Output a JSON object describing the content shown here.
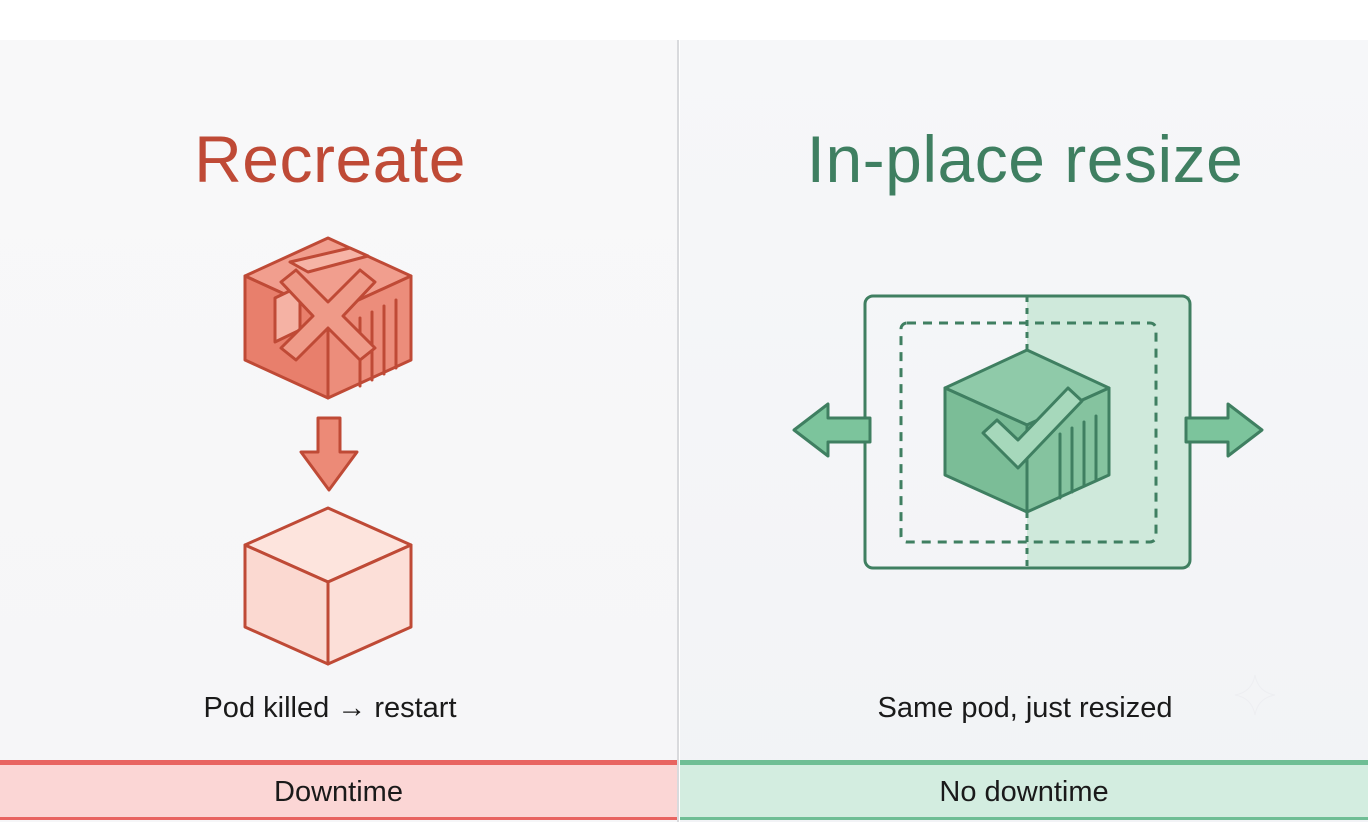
{
  "left": {
    "title": "Recreate",
    "caption": "Pod killed → restart",
    "status": "Downtime"
  },
  "right": {
    "title": "In-place resize",
    "caption": "Same pod, just resized",
    "status": "No downtime"
  },
  "colors": {
    "recreate_accent": "#bf4a36",
    "recreate_band": "#fbd6d5",
    "recreate_band_border": "#e86461",
    "resize_accent": "#3f7f61",
    "resize_band": "#d3ede0",
    "resize_band_border": "#6fbe95",
    "divider": "#d9dadd"
  },
  "icons": {
    "left_top": "crossed-out-box-icon",
    "left_arrow": "arrow-down-icon",
    "left_bottom": "new-box-icon",
    "right_center": "checked-box-icon",
    "right_left_arrow": "arrow-left-icon",
    "right_right_arrow": "arrow-right-icon"
  }
}
